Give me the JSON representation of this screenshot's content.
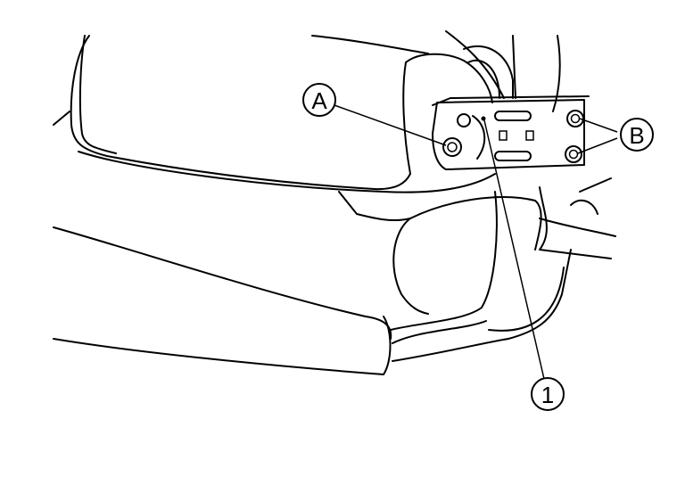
{
  "callouts": {
    "a": "A",
    "b": "B",
    "one": "1"
  },
  "colors": {
    "line": "#000000",
    "background": "#ffffff"
  }
}
